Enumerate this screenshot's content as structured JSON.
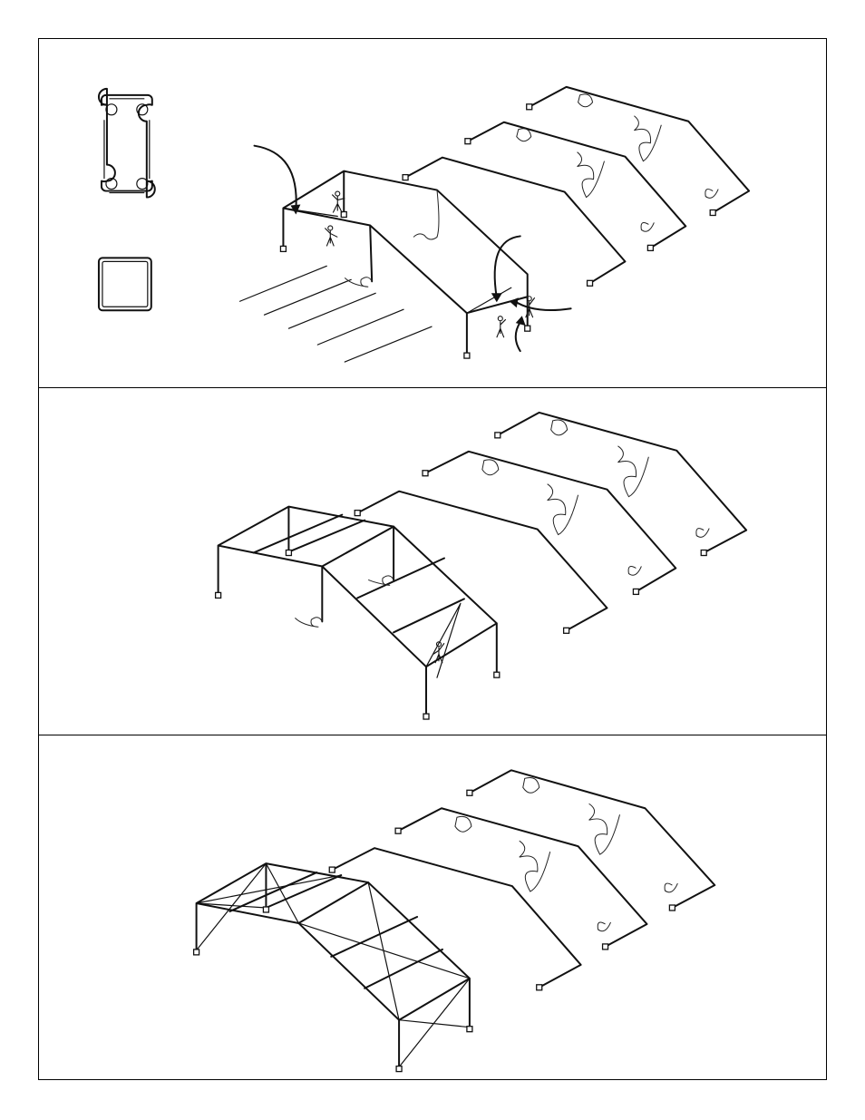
{
  "document": {
    "panels": [
      {
        "id": "step-1"
      },
      {
        "id": "step-2"
      },
      {
        "id": "step-3"
      }
    ],
    "profiles": [
      "keder-extrusion-profile",
      "square-tube-profile"
    ]
  }
}
